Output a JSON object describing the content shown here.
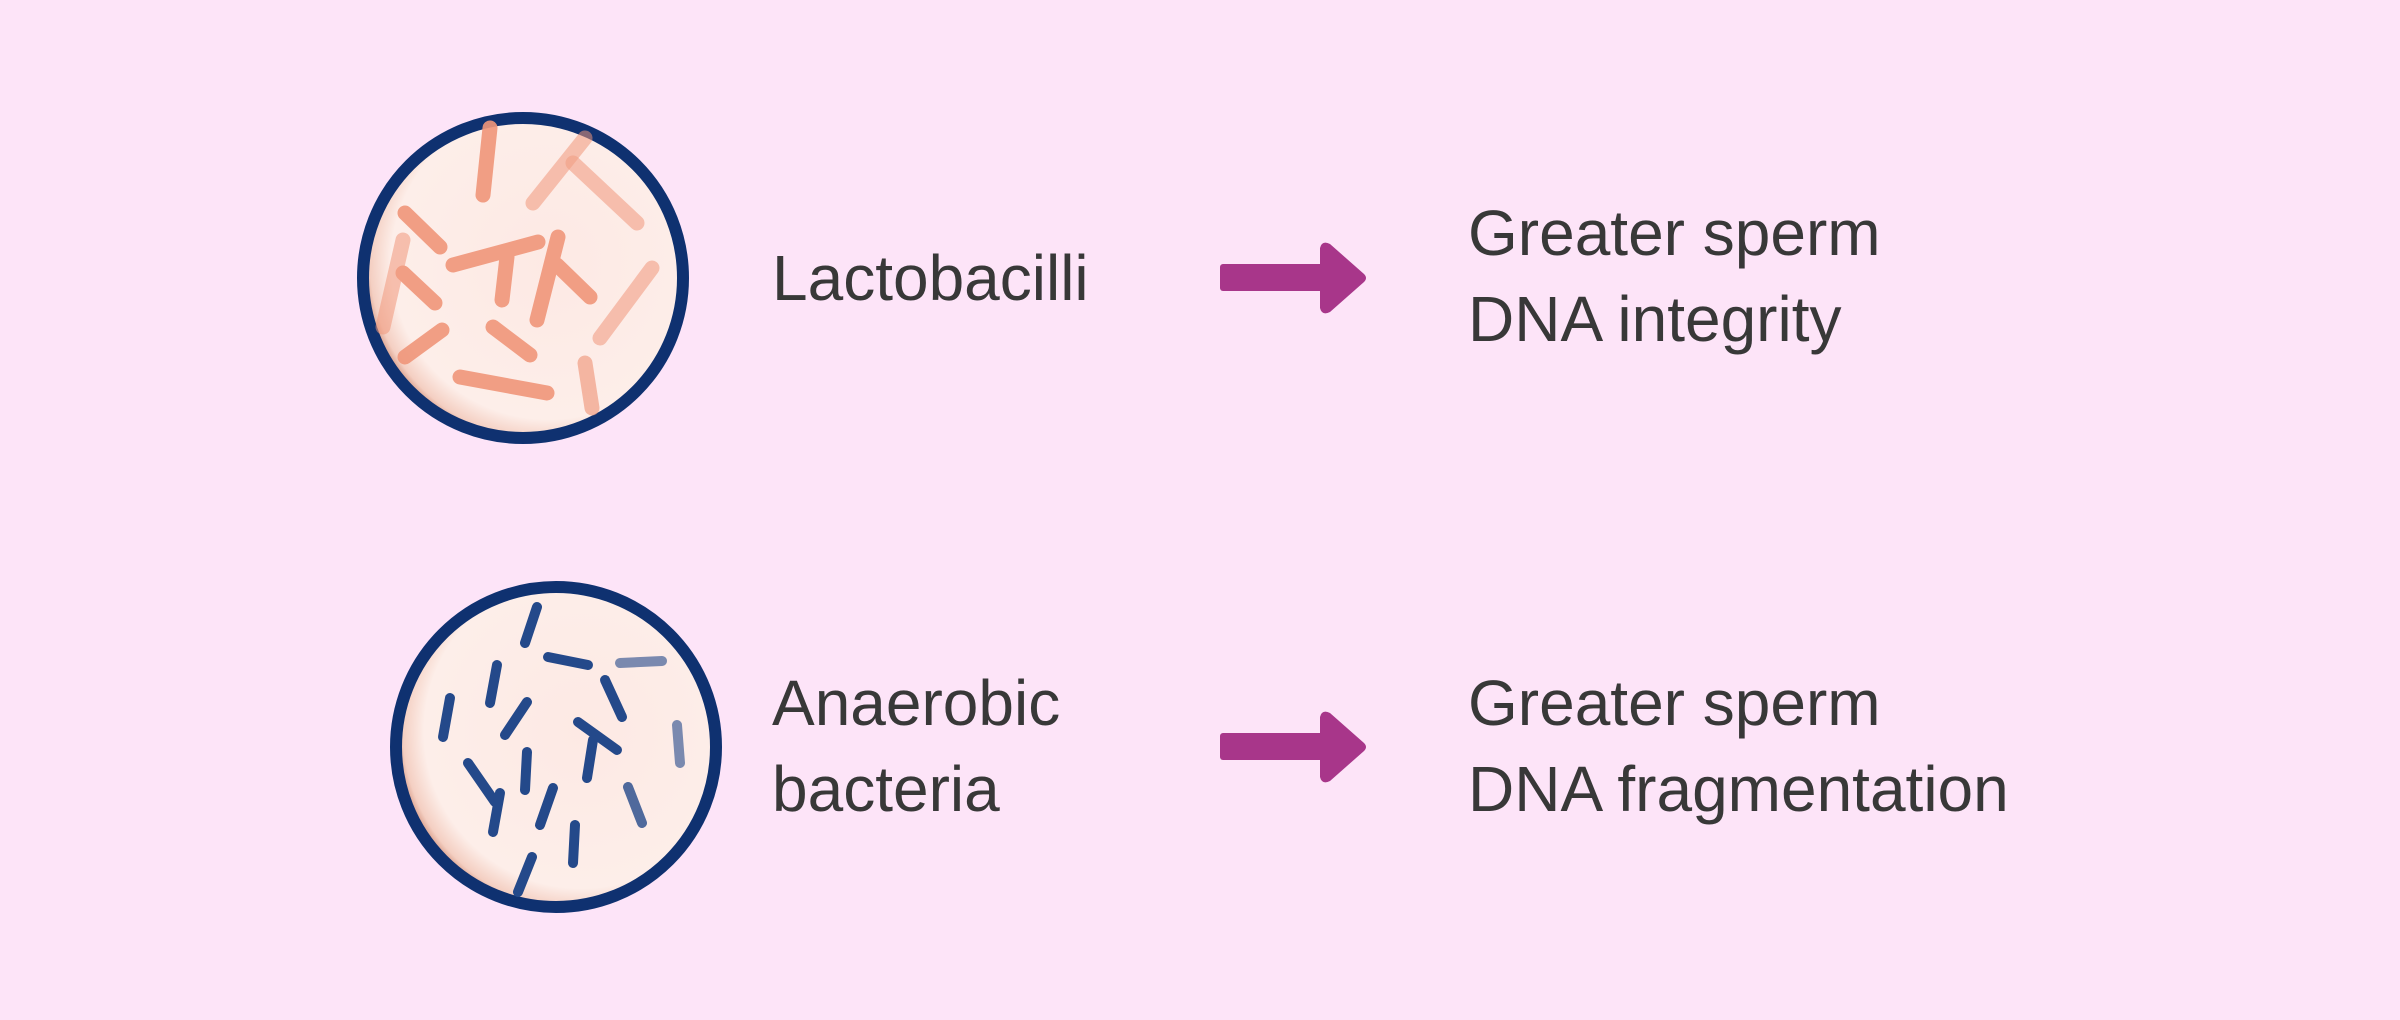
{
  "colors": {
    "background": "#fde4f8",
    "circle_border": "#0f3170",
    "lactobacilli": "#f0967a",
    "anaerobic": "#24498a",
    "arrow": "#a8368a",
    "text": "#383838"
  },
  "rows": [
    {
      "organism": [
        "Lactobacilli"
      ],
      "arrow_icon": "arrow-right-icon",
      "outcome": [
        "Greater sperm",
        "DNA integrity"
      ]
    },
    {
      "organism": [
        "Anaerobic",
        "bacteria"
      ],
      "arrow_icon": "arrow-right-icon",
      "outcome": [
        "Greater sperm",
        "DNA fragmentation"
      ]
    }
  ]
}
